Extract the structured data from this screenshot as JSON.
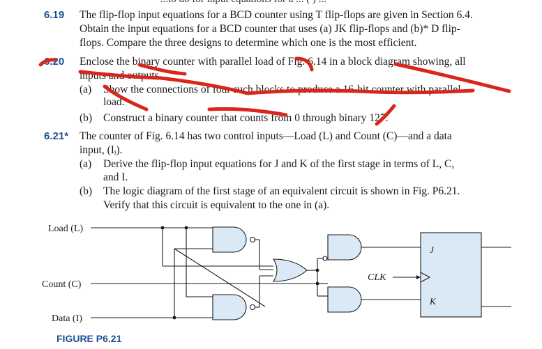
{
  "top_fragment": "...to do for input equations for a ... ( ) ...",
  "problems": [
    {
      "number": "6.19",
      "lines": [
        "The flip-flop input equations for a BCD counter using T flip-flops are given in Section 6.4.",
        "Obtain the input equations for a BCD counter that uses (a) JK flip-flops and (b)* D flip-",
        "flops. Compare the three designs to determine which one is the most efficient."
      ]
    },
    {
      "number": "6.20",
      "lines": [
        "Enclose the binary counter with parallel load of Fig. 6.14 in a block diagram showing, all",
        "inputs and outputs."
      ],
      "parts": [
        {
          "label": "(a)",
          "lines": [
            "Show the connections of four such blocks to produce a 16-bit counter with parallel",
            "load."
          ]
        },
        {
          "label": "(b)",
          "lines": [
            "Construct a binary counter that counts from 0 through binary 127."
          ]
        }
      ]
    },
    {
      "number": "6.21*",
      "lines": [
        "The counter of Fig. 6.14 has two control inputs—Load (L) and Count (C)—and a data",
        "input, (Iᵢ)."
      ],
      "parts": [
        {
          "label": "(a)",
          "lines": [
            "Derive the flip-flop input equations for J and K of the first stage in terms of L, C,",
            "and I."
          ]
        },
        {
          "label": "(b)",
          "lines": [
            "The logic diagram of the first stage of an equivalent circuit is shown in Fig. P6.21.",
            "Verify that this circuit is equivalent to the one in (a)."
          ]
        }
      ]
    }
  ],
  "figure": {
    "inputs": [
      "Load (L)",
      "Count (C)",
      "Data (I)"
    ],
    "clk_label": "CLK",
    "ff_j": "J",
    "ff_k": "K",
    "caption": "FIGURE P6.21",
    "gate_fill": "#dbe9f7",
    "ff_fill": "#dbe9f7"
  },
  "annotation_color": "#d9261c"
}
